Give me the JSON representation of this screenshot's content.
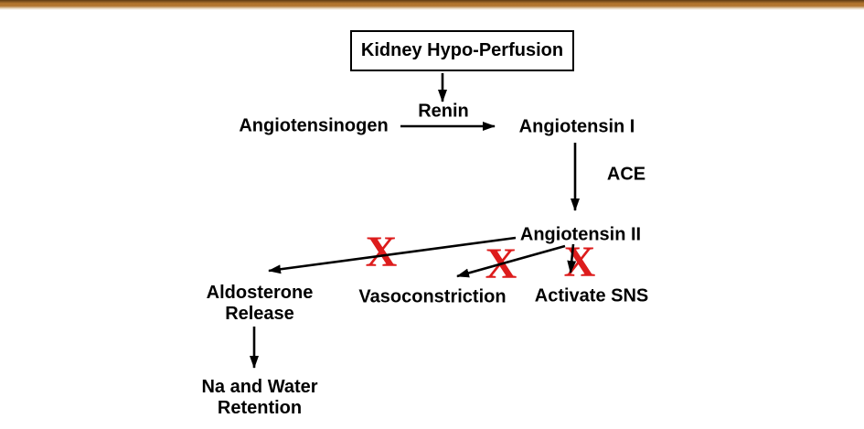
{
  "slide": {
    "background_color": "#ffffff",
    "accent_bar_color": "#b4762f",
    "accent_bar_edge_color": "#5f3a10"
  },
  "diagram": {
    "nodes": [
      {
        "id": "kidney-hypo-perfusion",
        "label": "Kidney Hypo-Perfusion",
        "shape": "box"
      },
      {
        "id": "angiotensinogen",
        "label": "Angiotensinogen",
        "shape": "text"
      },
      {
        "id": "angiotensin-i",
        "label": "Angiotensin I",
        "shape": "text"
      },
      {
        "id": "angiotensin-ii",
        "label": "Angiotensin II",
        "shape": "text"
      },
      {
        "id": "aldosterone-release",
        "label": "Aldosterone\nRelease",
        "shape": "text"
      },
      {
        "id": "vasoconstriction",
        "label": "Vasoconstriction",
        "shape": "text"
      },
      {
        "id": "activate-sns",
        "label": "Activate SNS",
        "shape": "text"
      },
      {
        "id": "na-and-water-retention",
        "label": "Na and Water\nRetention",
        "shape": "text"
      }
    ],
    "edge_labels": [
      {
        "id": "renin",
        "label": "Renin"
      },
      {
        "id": "ace",
        "label": "ACE"
      }
    ],
    "edges": [
      {
        "from": "kidney-hypo-perfusion",
        "to": "renin",
        "blocked": false
      },
      {
        "from": "angiotensinogen",
        "to": "angiotensin-i",
        "via": "Renin",
        "blocked": false
      },
      {
        "from": "angiotensin-i",
        "to": "angiotensin-ii",
        "via": "ACE",
        "blocked": false
      },
      {
        "from": "angiotensin-ii",
        "to": "aldosterone-release",
        "blocked": true
      },
      {
        "from": "angiotensin-ii",
        "to": "vasoconstriction",
        "blocked": true
      },
      {
        "from": "angiotensin-ii",
        "to": "activate-sns",
        "blocked": true
      },
      {
        "from": "aldosterone-release",
        "to": "na-and-water-retention",
        "blocked": false
      }
    ],
    "inhibition_marks": [
      {
        "symbol": "X"
      },
      {
        "symbol": "X"
      },
      {
        "symbol": "X"
      }
    ],
    "colors": {
      "text": "#000000",
      "arrow": "#000000",
      "inhibition_x": "#dd1c1c"
    }
  }
}
